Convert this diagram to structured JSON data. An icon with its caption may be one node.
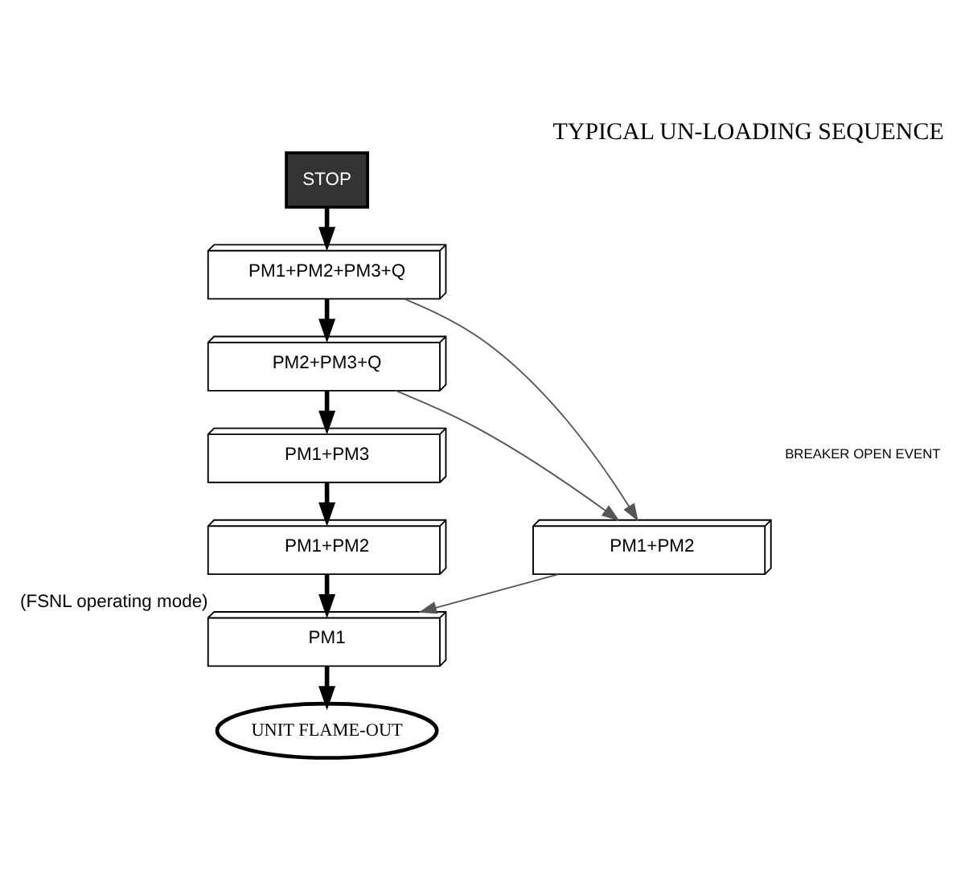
{
  "diagram": {
    "title": "TYPICAL UN-LOADING SEQUENCE",
    "nodes": [
      {
        "text": [
          "STOP"
        ]
      },
      {
        "text": [
          "PM1+PM2+PM3+Q"
        ]
      },
      {
        "text": [
          "PM2+PM3+Q"
        ]
      },
      {
        "text": [
          "PM1+PM3"
        ]
      },
      {
        "text": [
          "PM1+PM2"
        ]
      },
      {
        "text": [
          "PM1"
        ],
        "beside": [
          "(FSNL operating mode)"
        ]
      },
      {
        "text": [
          "UNIT FLAME-OUT"
        ]
      },
      {
        "text": [
          "PM1+PM2"
        ]
      }
    ],
    "edges": [
      {
        "from": 0,
        "to": 1,
        "arrow": "to"
      },
      {
        "from": 1,
        "to": 2,
        "arrow": "to"
      },
      {
        "from": 2,
        "to": 3,
        "arrow": "to"
      },
      {
        "from": 3,
        "to": 4,
        "arrow": "to"
      },
      {
        "from": 4,
        "to": 5,
        "arrow": "to"
      },
      {
        "from": 5,
        "to": 6,
        "arrow": "to"
      },
      {
        "from": 1,
        "to": 7,
        "arrow": "to",
        "color": "#555555"
      },
      {
        "from": 2,
        "to": 7,
        "arrow": "to",
        "color": "#555555"
      },
      {
        "from": 7,
        "to": 5,
        "arrow": "to",
        "color": "#555555"
      }
    ],
    "labels": [
      "BREAKER OPEN EVENT"
    ]
  }
}
